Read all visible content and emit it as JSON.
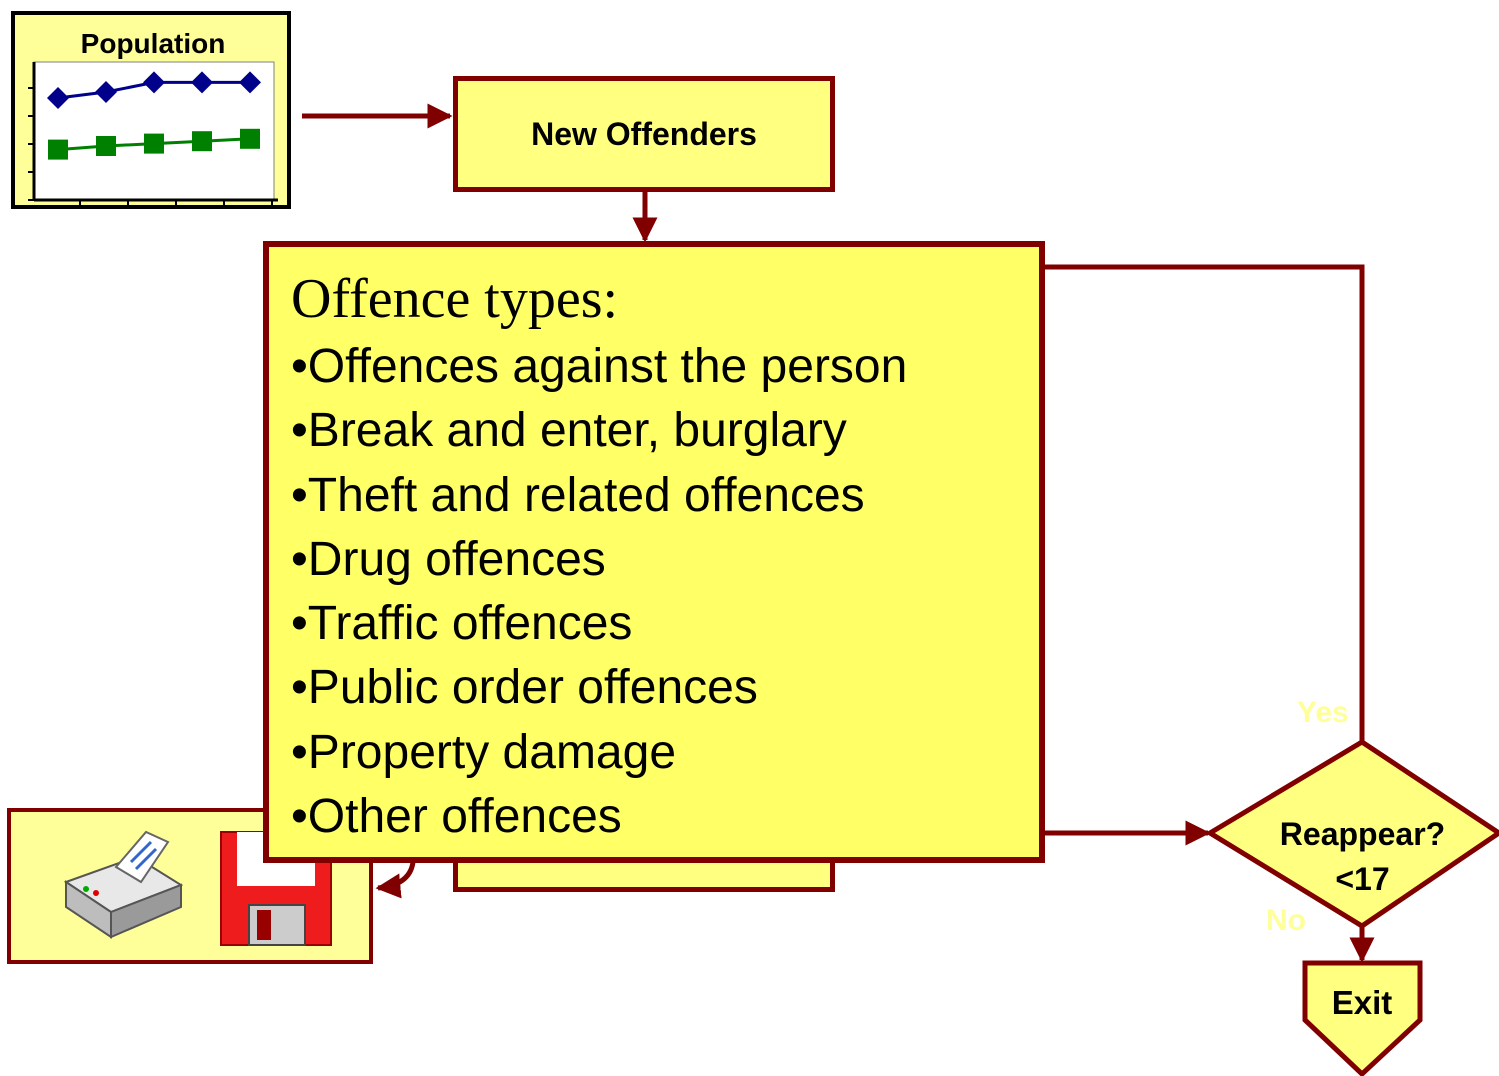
{
  "title": "Model",
  "population_chart": {
    "title": "Population",
    "colors": {
      "series_1": "#00008b",
      "series_2": "#008000"
    }
  },
  "chart_data": {
    "type": "line",
    "title": "Population",
    "x": [
      1,
      2,
      3,
      4,
      5
    ],
    "series": [
      {
        "values": [
          85,
          90,
          98,
          98,
          98
        ]
      },
      {
        "values": [
          42,
          45,
          47,
          49,
          51
        ]
      }
    ],
    "ylim": [
      0,
      115
    ],
    "grid": false,
    "xlabel": "",
    "ylabel": ""
  },
  "new_offenders": {
    "label": "New Offenders"
  },
  "offence_types": {
    "title": "Offence types:",
    "items": [
      "•Offences against the person",
      "•Break and enter, burglary",
      "•Theft and related offences",
      "•Drug offences",
      "•Traffic offences",
      "•Public order offences",
      "•Property damage",
      "•Other offences"
    ]
  },
  "decision": {
    "line1": "Reappear?",
    "line2": "<17",
    "yes_label": "Yes",
    "no_label": "No"
  },
  "exit": {
    "label": "Exit"
  },
  "output": {
    "icons": [
      "printer-icon",
      "floppy-disk-icon"
    ]
  },
  "colors": {
    "box_fill": "#ffff80",
    "box_border": "#800000",
    "arrow": "#800000",
    "label_yes_no": "#ffff99"
  }
}
